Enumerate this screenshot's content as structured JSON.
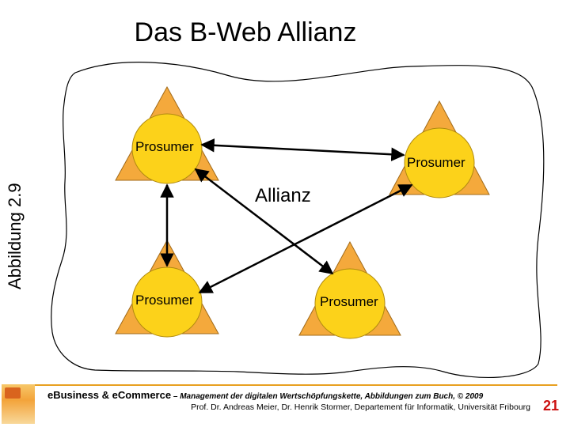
{
  "slide": {
    "title": "Das B-Web Allianz",
    "side_label": "Abbildung 2.9",
    "center_label": "Allianz"
  },
  "nodes": [
    {
      "id": "top-left",
      "label": "Prosumer"
    },
    {
      "id": "top-right",
      "label": "Prosumer"
    },
    {
      "id": "bottom-left",
      "label": "Prosumer"
    },
    {
      "id": "bottom-center",
      "label": "Prosumer"
    }
  ],
  "edges": [
    {
      "from": "top-left",
      "to": "top-right",
      "type": "bidirectional"
    },
    {
      "from": "top-left",
      "to": "bottom-left",
      "type": "bidirectional"
    },
    {
      "from": "top-left",
      "to": "bottom-center",
      "type": "bidirectional"
    },
    {
      "from": "top-right",
      "to": "bottom-left",
      "type": "bidirectional"
    }
  ],
  "colors": {
    "triangle_fill": "#f4a93c",
    "circle_fill": "#fcd21a",
    "arrow": "#000000",
    "page_number": "#cc1010"
  },
  "footer": {
    "brand": "eBusiness & eCommerce",
    "subtitle": " – Management der digitalen Wertschöpfungskette, Abbildungen zum Buch, © 2009",
    "authors": "Prof. Dr. Andreas Meier, Dr. Henrik Stormer, Departement für Informatik, Universität Fribourg",
    "page_number": "21",
    "logo_icon": "university-logo-icon"
  }
}
